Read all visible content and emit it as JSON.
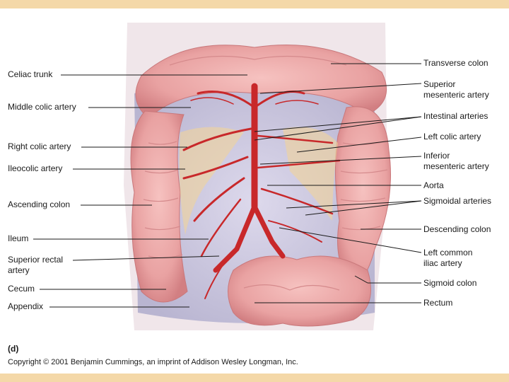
{
  "figure": {
    "panel_label": "(d)",
    "copyright": "Copyright © 2001 Benjamin Cummings, an imprint of Addison Wesley Longman, Inc."
  },
  "labels_left": {
    "celiac_trunk": "Celiac trunk",
    "middle_colic_artery": "Middle colic artery",
    "right_colic_artery": "Right colic artery",
    "ileocolic_artery": "Ileocolic artery",
    "ascending_colon": "Ascending colon",
    "ileum": "Ileum",
    "superior_rectal_artery_1": "Superior rectal",
    "superior_rectal_artery_2": "artery",
    "cecum": "Cecum",
    "appendix": "Appendix"
  },
  "labels_right": {
    "transverse_colon": "Transverse colon",
    "superior_mesenteric_artery_1": "Superior",
    "superior_mesenteric_artery_2": "mesenteric artery",
    "intestinal_arteries": "Intestinal arteries",
    "left_colic_artery": "Left colic artery",
    "inferior_mesenteric_artery_1": "Inferior",
    "inferior_mesenteric_artery_2": "mesenteric artery",
    "aorta": "Aorta",
    "sigmoidal_arteries": "Sigmoidal arteries",
    "descending_colon": "Descending colon",
    "left_common_iliac_artery_1": "Left common",
    "left_common_iliac_artery_2": "iliac artery",
    "sigmoid_colon": "Sigmoid colon",
    "rectum": "Rectum"
  },
  "colors": {
    "background_frame": "#f4d8a8",
    "colon": "#e9a2a2",
    "colon_shade": "#d98787",
    "mesentery": "#c9c6dc",
    "artery": "#c8282a",
    "fat": "#f2d49a"
  }
}
